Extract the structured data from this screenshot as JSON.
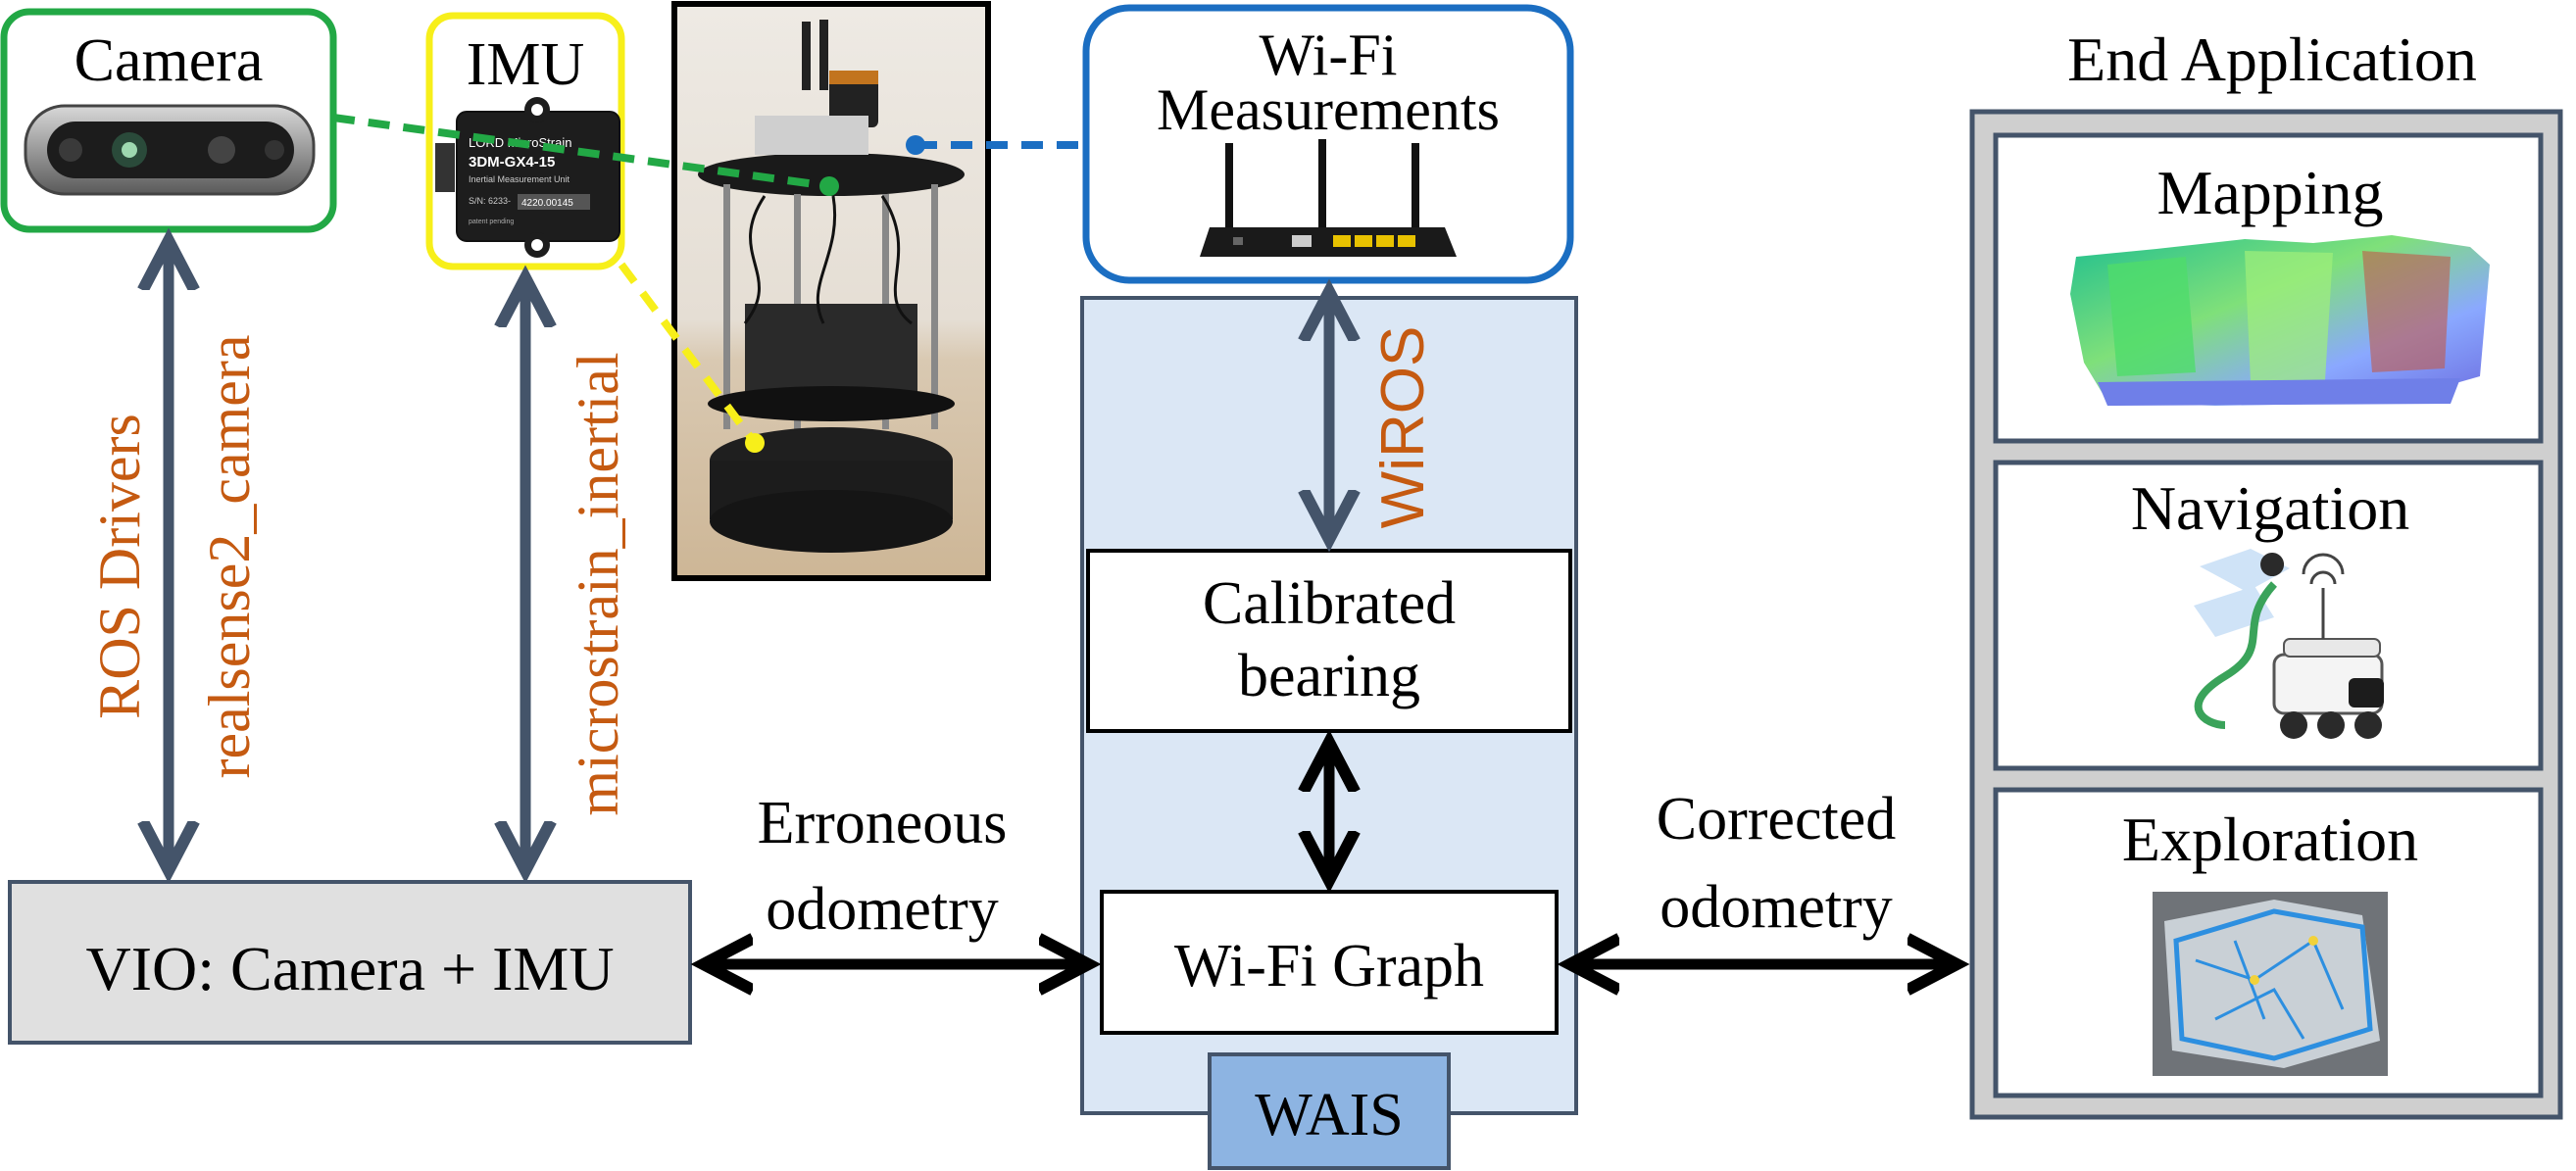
{
  "sensors": {
    "camera": {
      "label": "Camera",
      "color": "#22a845",
      "icon": "depth-camera-icon"
    },
    "imu": {
      "label": "IMU",
      "color": "#f7ef1a",
      "icon": "imu-sensor-icon",
      "brand": "LORD MicroStrain",
      "model": "3DM-GX4-15",
      "subtitle": "Inertial Measurement Unit",
      "serial_label": "S/N: 6233-",
      "serial_value": "4220.00145",
      "footer": "patent pending"
    },
    "robot_photo": {
      "icon": "robot-photo"
    },
    "wifi": {
      "label_line1": "Wi-Fi",
      "label_line2": "Measurements",
      "color": "#1b6ec2",
      "icon": "wifi-router-icon"
    }
  },
  "links": {
    "ros_drivers": "ROS Drivers",
    "realsense": "realsense2_camera",
    "microstrain": "microstrain_inertial",
    "wiros": "WiROS"
  },
  "vio": {
    "label": "VIO: Camera + IMU"
  },
  "edges": {
    "erroneous_line1": "Erroneous",
    "erroneous_line2": "odometry",
    "corrected_line1": "Corrected",
    "corrected_line2": "odometry"
  },
  "wais": {
    "label": "WAIS",
    "calibrated_line1": "Calibrated",
    "calibrated_line2": "bearing",
    "graph": "Wi-Fi Graph",
    "fill": "#dbe7f5"
  },
  "end_application": {
    "title": "End Application",
    "panels": [
      {
        "label": "Mapping",
        "icon": "point-cloud-map-image"
      },
      {
        "label": "Navigation",
        "icon": "delivery-robot-navigation-image"
      },
      {
        "label": "Exploration",
        "icon": "exploration-map-image"
      }
    ]
  },
  "colors": {
    "arrow_gray": "#44546a",
    "arrow_black": "#000000",
    "label_orange": "#c55a11",
    "camera_green": "#22a845",
    "imu_yellow": "#f7ef1a",
    "wifi_blue": "#1b6ec2"
  }
}
